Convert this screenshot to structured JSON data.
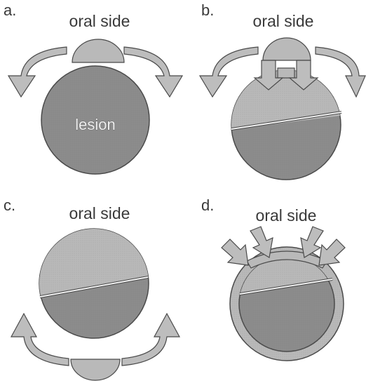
{
  "panels": [
    {
      "id": "a",
      "letter": "a.",
      "title": "oral side"
    },
    {
      "id": "b",
      "letter": "b.",
      "title": "oral side"
    },
    {
      "id": "c",
      "letter": "c.",
      "title": "oral side"
    },
    {
      "id": "d",
      "letter": "d.",
      "title": "oral side"
    }
  ],
  "lesion_label": "lesion",
  "colors": {
    "background": "#ffffff",
    "dark_fill": "#8c8c8c",
    "light_fill": "#b9b9b9",
    "arrow_fill": "#bdbdbd",
    "outline": "#4a4a4a",
    "text": "#3a3a3a"
  }
}
